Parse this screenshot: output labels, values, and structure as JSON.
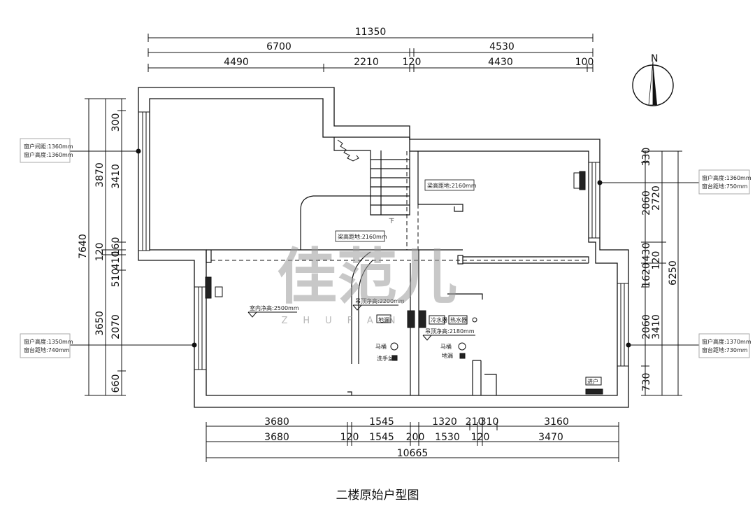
{
  "caption": "二楼原始户型图",
  "compass_label": "N",
  "watermark": {
    "logo": "佳范儿",
    "sub": "ZHUFAN"
  },
  "top_dims": {
    "row1": [
      "11350"
    ],
    "row2": [
      "6700",
      "4530"
    ],
    "row3": [
      "4490",
      "2210",
      "120",
      "4430",
      "100"
    ]
  },
  "bottom_dims": {
    "row1": [
      "3680",
      "1545",
      "1320",
      "210",
      "310",
      "3160"
    ],
    "row2": [
      "3680",
      "120",
      "1545",
      "200",
      "1530",
      "120",
      "3470"
    ],
    "row3": [
      "10665"
    ]
  },
  "left_dims": {
    "outer": [
      "7640"
    ],
    "mid": [
      "3870",
      "120",
      "3650"
    ],
    "inner_a": [
      "300",
      "3410",
      "160",
      "410",
      "510",
      "2070",
      "660"
    ]
  },
  "right_dims": {
    "outer": [
      "6250"
    ],
    "mid": [
      "2720",
      "120",
      "3410"
    ],
    "inner": [
      "330",
      "2060",
      "430",
      "1620",
      "2060",
      "730"
    ]
  },
  "room_labels": {
    "beam1": "梁高距地:2160mm",
    "beam2": "梁高距地:2160mm",
    "room_height": "室内净高:2500mm",
    "ceiling_height1": "吊顶净高:2200mm",
    "ceiling_height2": "吊顶净高:2180mm",
    "stair_down": "下"
  },
  "window_notes": {
    "left_top": [
      "窗户间距:1360mm",
      "窗户高度:1360mm"
    ],
    "left_bottom": [
      "窗户高度:1350mm",
      "窗台距地:740mm"
    ],
    "right_top": [
      "窗户高度:1360mm",
      "窗台距地:750mm"
    ],
    "right_bottom": [
      "窗户高度:1370mm",
      "窗台距地:730mm"
    ]
  },
  "fixtures": {
    "f1": "马桶",
    "f2": "洗手盆",
    "f3": "地漏",
    "f4": "马桶",
    "f5": "地漏",
    "f6": "热水器",
    "f7": "冷水器",
    "f8": "进户"
  }
}
